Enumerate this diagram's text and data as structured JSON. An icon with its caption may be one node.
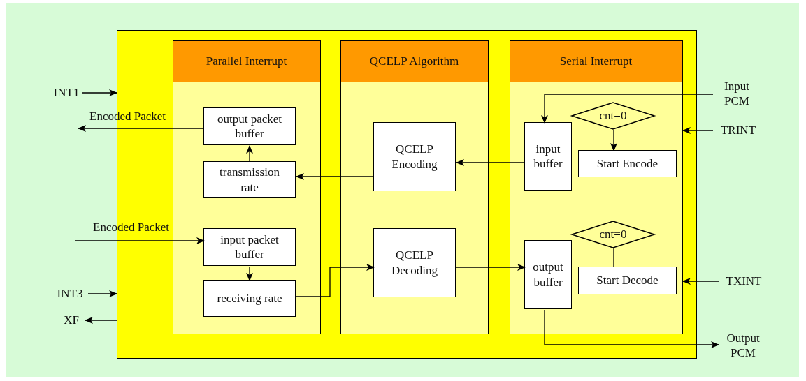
{
  "diagram": {
    "nodes": [
      {
        "text": [],
        "shape": "box"
      },
      {
        "text": [
          "Parallel Interrupt"
        ],
        "in": 0
      },
      {
        "text": [
          "QCELP Algorithm"
        ],
        "in": 0
      },
      {
        "text": [
          "Serial Interrupt"
        ],
        "in": 0
      },
      {
        "text": [
          "output packet buffer"
        ],
        "in": 1
      },
      {
        "text": [
          "transmission rate"
        ],
        "in": 1
      },
      {
        "text": [
          "input packet buffer"
        ],
        "in": 1
      },
      {
        "text": [
          "receiving rate"
        ],
        "in": 1
      },
      {
        "text": [
          "QCELP Encoding"
        ],
        "in": 2
      },
      {
        "text": [
          "QCELP Decoding"
        ],
        "in": 2
      },
      {
        "text": [
          "cnt=0"
        ],
        "in": 3
      },
      {
        "text": [
          "input buffer"
        ],
        "in": 3
      },
      {
        "text": [
          "Start Encode"
        ],
        "in": 3
      },
      {
        "text": [
          "cnt=0"
        ],
        "in": 3
      },
      {
        "text": [
          "output buffer"
        ],
        "in": 3
      },
      {
        "text": [
          "Start Decode"
        ],
        "in": 3
      },
      {
        "text": [
          "INT1"
        ]
      },
      {
        "text": [
          "INT3"
        ]
      },
      {
        "text": [
          "XF"
        ]
      },
      {
        "text": [
          "Input PCM"
        ]
      },
      {
        "text": [
          "TRINT"
        ]
      },
      {
        "text": [
          "TXINT"
        ]
      },
      {
        "text": [
          "Output PCM"
        ]
      }
    ],
    "edges": [
      {
        "from": 16,
        "to": 0,
        "arrow": "to"
      },
      {
        "from": 4,
        "to": null,
        "arrow": "to",
        "label": "Encoded Packet"
      },
      {
        "from": 5,
        "to": 4,
        "arrow": "to"
      },
      {
        "from": 8,
        "to": 5,
        "arrow": "to"
      },
      {
        "from": 11,
        "to": 8,
        "arrow": "to"
      },
      {
        "from": null,
        "to": 6,
        "arrow": "to",
        "label": "Encoded Packet"
      },
      {
        "from": 6,
        "to": 7,
        "arrow": "to"
      },
      {
        "from": 7,
        "to": 9,
        "arrow": "to"
      },
      {
        "from": 9,
        "to": 14,
        "arrow": "to"
      },
      {
        "from": 19,
        "to": 11,
        "arrow": "to"
      },
      {
        "from": 10,
        "to": 12,
        "arrow": "to"
      },
      {
        "from": 13,
        "to": 15,
        "arrow": "none"
      },
      {
        "from": 20,
        "to": 3,
        "arrow": "to"
      },
      {
        "from": 21,
        "to": 3,
        "arrow": "to"
      },
      {
        "from": 14,
        "to": 22,
        "arrow": "to"
      },
      {
        "from": 17,
        "to": 0,
        "arrow": "to"
      },
      {
        "from": 0,
        "to": 18,
        "arrow": "to"
      }
    ]
  }
}
